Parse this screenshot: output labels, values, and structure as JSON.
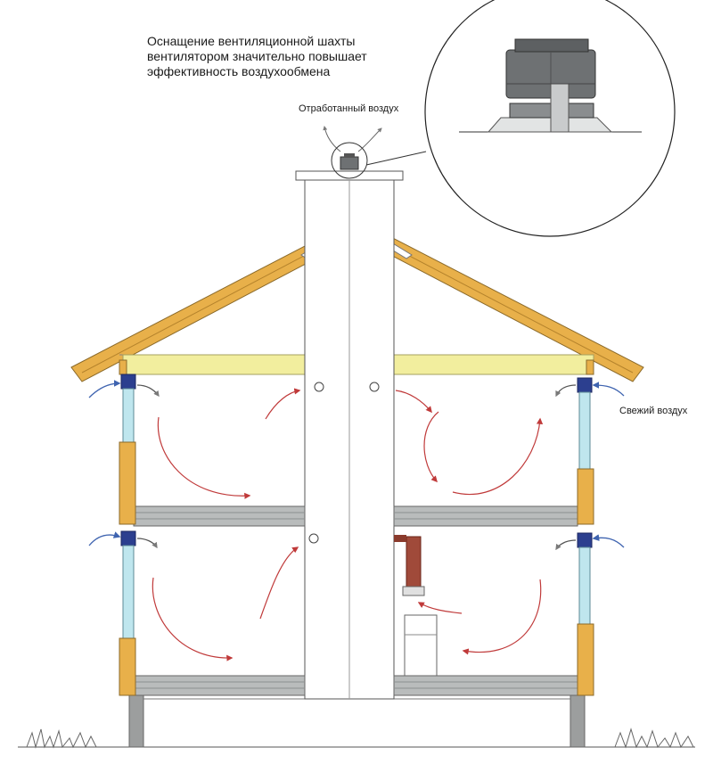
{
  "caption": "Оснащение вентиляционной шахты вентилятором значительно повышает эффективность воздухообмена",
  "labels": {
    "exhaust_air": "Отработанный воздух",
    "fresh_air": "Свежий воздух"
  },
  "colors": {
    "roof_wood": "#e8b04a",
    "insulation": "#f2ee9e",
    "floor_slab": "#b9bcbc",
    "window_glass": "#bfe6ee",
    "vent_blue": "#2c3f8f",
    "airflow_red": "#c03a3a",
    "arrow_blue": "#3f64b0",
    "pipe_brown": "#8a3a2c",
    "fan_gray": "#6e7173"
  },
  "icons": {
    "fan": "roof-fan-icon",
    "arrows": "airflow-arrow-icon"
  }
}
